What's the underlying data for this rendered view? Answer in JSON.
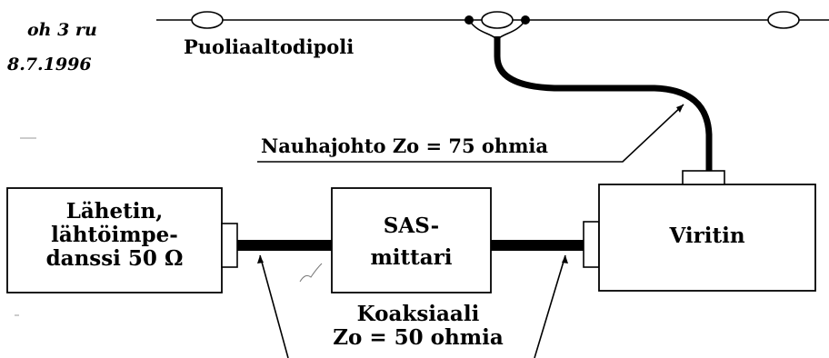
{
  "annotation": {
    "line1": "oh 3 ru",
    "line2": "8.7.1996"
  },
  "antenna": {
    "label": "Puoliaaltodipoli"
  },
  "feedline": {
    "label": "Nauhajohto Zo = 75 ohmia"
  },
  "transmitter": {
    "line1": "Lähetin,",
    "line2": "lähtöimpe-",
    "line3": "danssi 50 Ω"
  },
  "swr_meter": {
    "line1": "SAS-",
    "line2": "mittari"
  },
  "tuner": {
    "label": "Viritin"
  },
  "coax": {
    "line1": "Koaksiaali",
    "line2": "Zo = 50 ohmia"
  },
  "colors": {
    "ink": "#000000",
    "paper": "#ffffff"
  }
}
